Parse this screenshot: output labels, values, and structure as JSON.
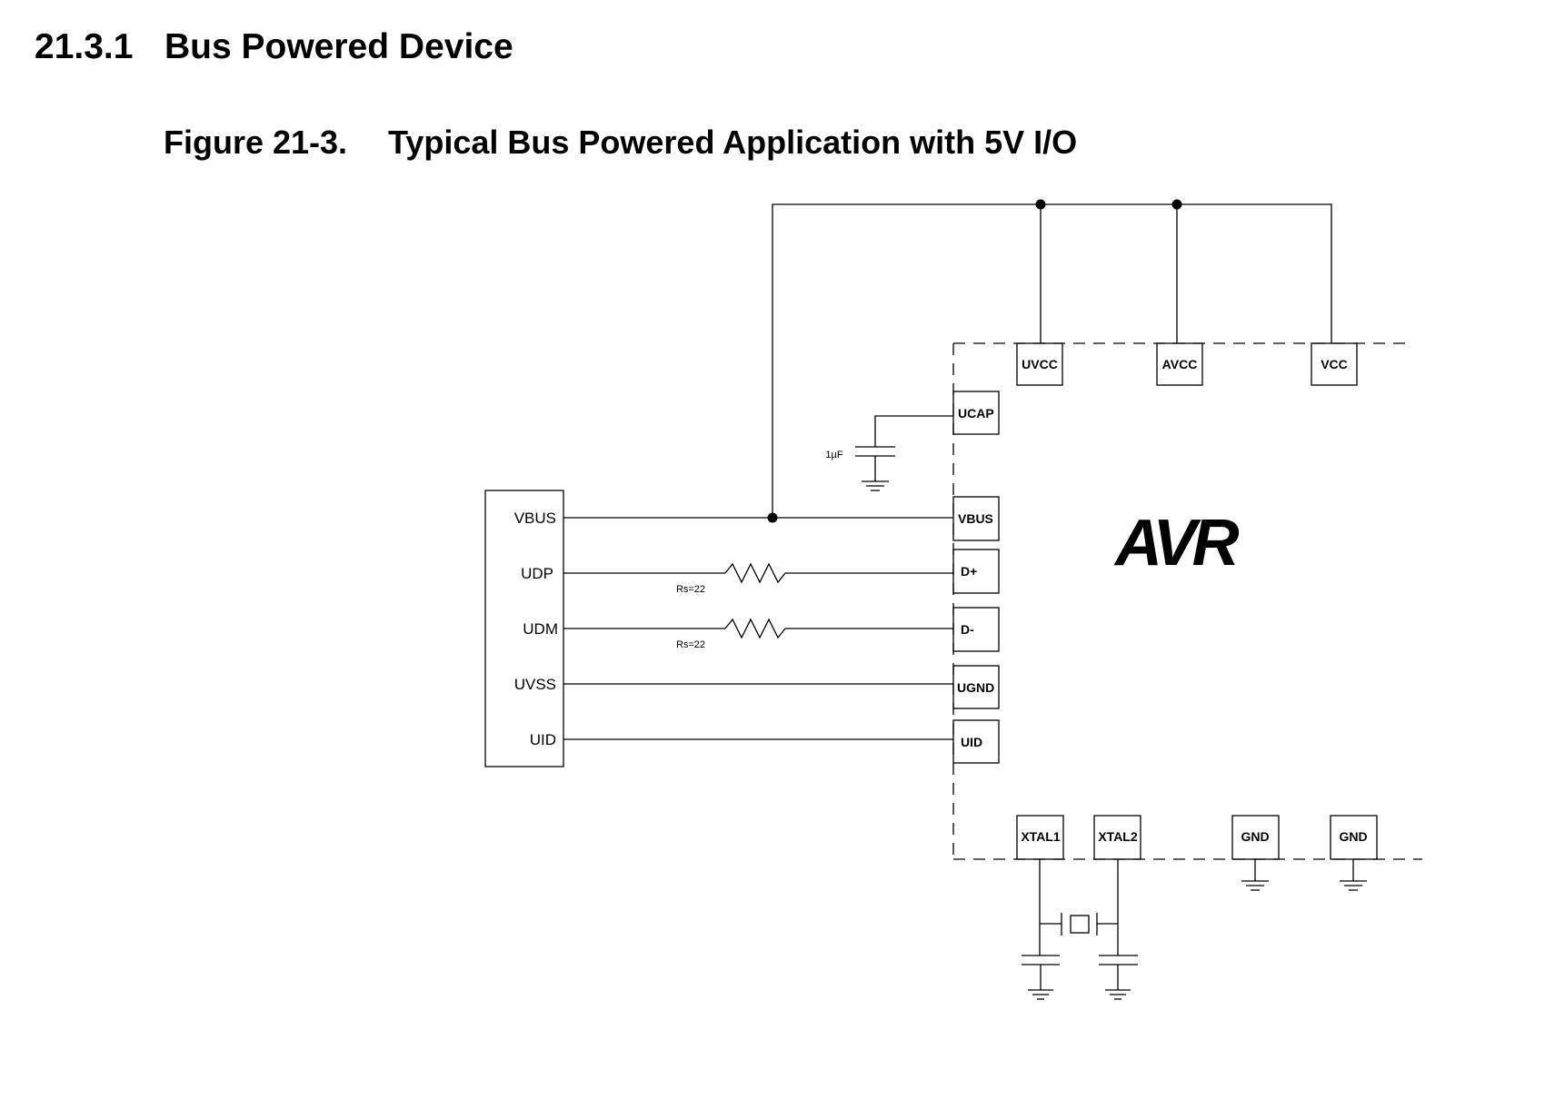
{
  "section": {
    "number": "21.3.1",
    "title": "Bus Powered Device"
  },
  "figure": {
    "number": "Figure 21-3.",
    "title": "Typical Bus Powered Application with 5V I/O"
  },
  "usb_connector": {
    "pins": [
      "VBUS",
      "UDP",
      "UDM",
      "UVSS",
      "UID"
    ]
  },
  "avr_pins": {
    "uvcc": "UVCC",
    "avcc": "AVCC",
    "vcc": "VCC",
    "ucap": "UCAP",
    "vbus": "VBUS",
    "dplus": "D+",
    "dminus": "D-",
    "ugnd": "UGND",
    "uid": "UID",
    "xtal1": "XTAL1",
    "xtal2": "XTAL2",
    "gnd1": "GND",
    "gnd2": "GND"
  },
  "components": {
    "ucap_cap": "1µF",
    "rs_udp": "Rs=22",
    "rs_udm": "Rs=22"
  },
  "logo": {
    "text": "AVR"
  }
}
